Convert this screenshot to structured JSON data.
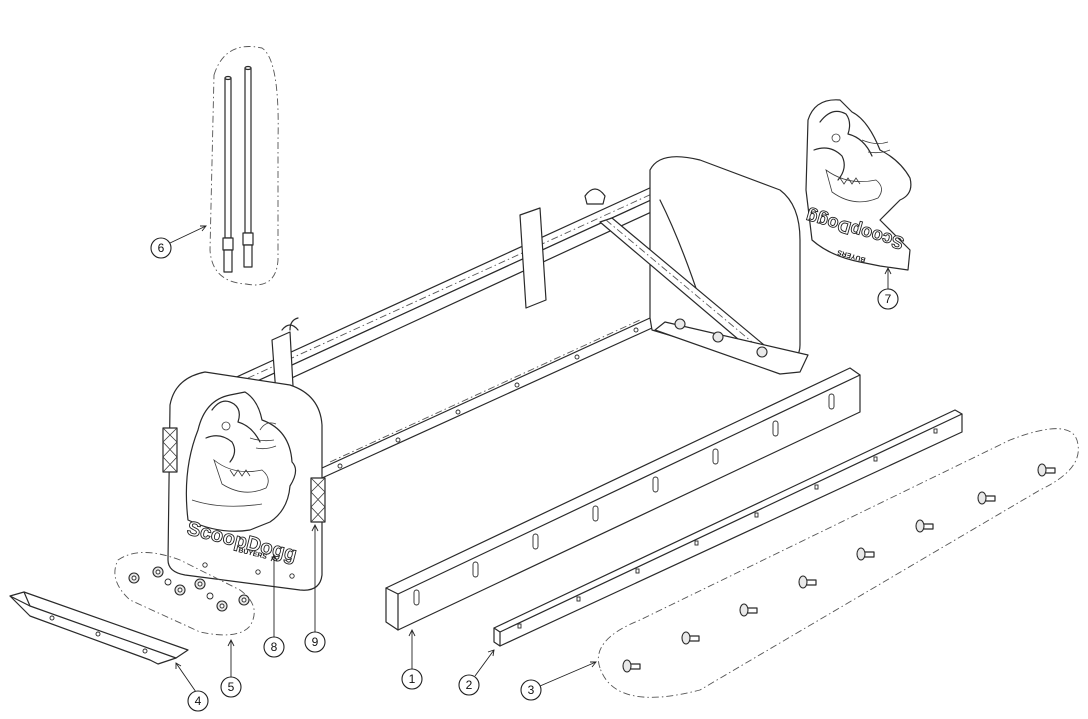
{
  "diagram": {
    "callouts": [
      {
        "id": "callout-1",
        "label": "1"
      },
      {
        "id": "callout-2",
        "label": "2"
      },
      {
        "id": "callout-3",
        "label": "3"
      },
      {
        "id": "callout-4",
        "label": "4"
      },
      {
        "id": "callout-5",
        "label": "5"
      },
      {
        "id": "callout-6",
        "label": "6"
      },
      {
        "id": "callout-7",
        "label": "7"
      },
      {
        "id": "callout-8",
        "label": "8"
      },
      {
        "id": "callout-9",
        "label": "9"
      }
    ],
    "logo": {
      "brand": "ScoopDogg",
      "maker": "BUYERS"
    },
    "colors": {
      "line": "#2a2a2a",
      "background": "#ffffff",
      "phantom_line": "#555555"
    }
  }
}
